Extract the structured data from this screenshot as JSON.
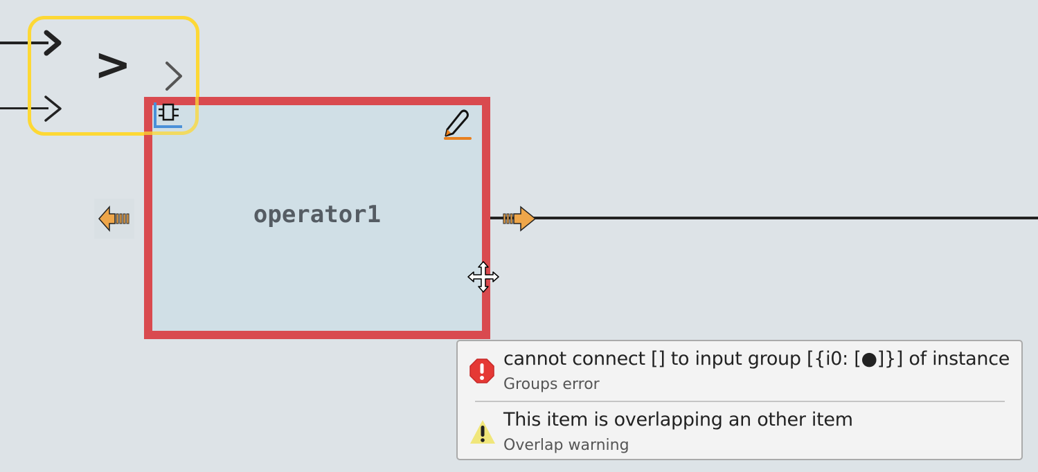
{
  "canvas": {
    "background": "#dde3e7",
    "comparator_node": {
      "symbol": ">",
      "icons": [
        "input-chevron-icon",
        "input-chevron-icon",
        "output-chevron-icon"
      ],
      "highlight_color": "#fdd835"
    },
    "operator_node": {
      "label": "operator1",
      "border_color": "#d94a4f",
      "fill_color": "#d0dfe6",
      "icons": [
        "component-icon",
        "edit-pencil-icon",
        "input-port-arrow-icon",
        "output-port-arrow-icon"
      ]
    },
    "cursor": "move-cursor-icon"
  },
  "tooltip": {
    "items": [
      {
        "icon": "error-octagon-icon",
        "message": "cannot connect [] to input group [{i0: [●]}] of instance",
        "type": "Groups error",
        "color": "#e53935"
      },
      {
        "icon": "warning-triangle-icon",
        "message": "This item is overlapping an other item",
        "type": "Overlap warning",
        "color": "#f0e67a"
      }
    ]
  }
}
